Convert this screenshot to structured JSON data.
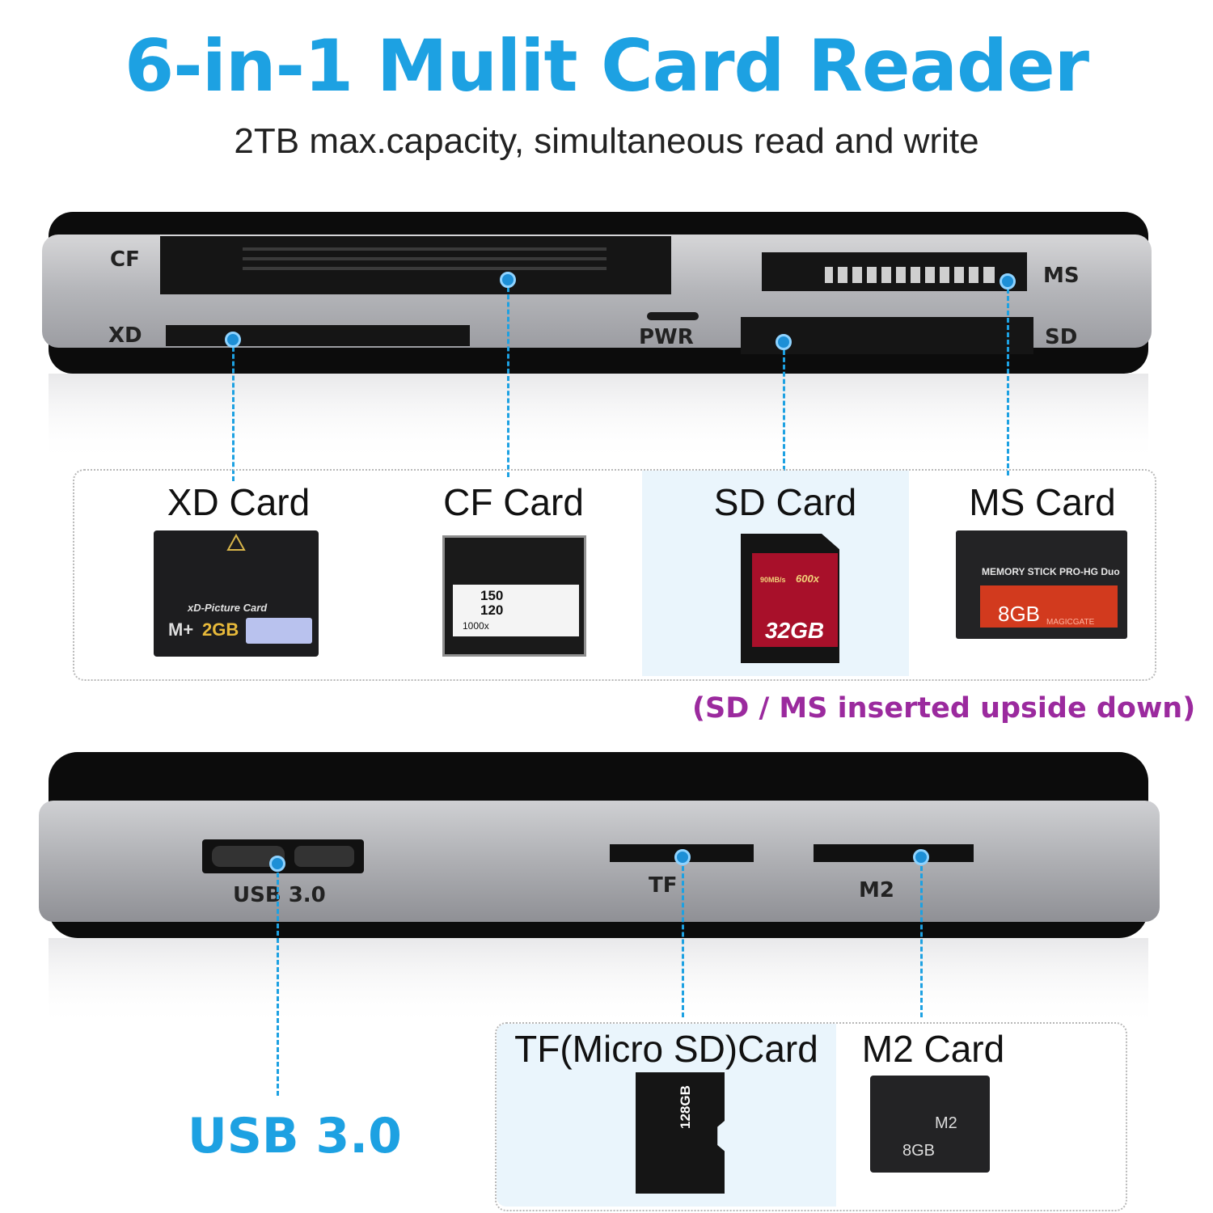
{
  "header": {
    "title": "6-in-1 Mulit Card Reader",
    "subtitle": "2TB max.capacity, simultaneous read and write"
  },
  "front_panel": {
    "labels": {
      "cf": "CF",
      "xd": "XD",
      "pwr": "PWR",
      "ms": "MS",
      "sd": "SD"
    }
  },
  "top_cards": [
    {
      "label": "XD Card",
      "card_text": {
        "brand": "xD-Picture Card",
        "prefix": "M+",
        "size": "2GB"
      }
    },
    {
      "label": "CF Card",
      "card_text": {
        "read_speed": "150",
        "write_speed": "120",
        "rating": "1000x"
      }
    },
    {
      "label": "SD Card",
      "card_text": {
        "speed": "90MB/s",
        "rating": "600x",
        "size": "32GB"
      }
    },
    {
      "label": "MS Card",
      "card_text": {
        "brand": "MEMORY STICK PRO-HG Duo",
        "size": "8GB",
        "maker": "MAGICGATE"
      }
    }
  ],
  "note": "(SD / MS inserted upside down)",
  "back_panel": {
    "labels": {
      "usb": "USB 3.0",
      "tf": "TF",
      "m2": "M2"
    }
  },
  "bottom_cards": [
    {
      "label": "TF(Micro SD)Card",
      "card_text": {
        "size": "128GB"
      }
    },
    {
      "label": "M2 Card",
      "card_text": {
        "brand": "M2",
        "size": "8GB"
      }
    }
  ],
  "usb_label": "USB 3.0",
  "colors": {
    "accent_blue": "#1da1e2",
    "note_purple": "#9b2a9e",
    "highlight_bg": "#eaf5fc"
  }
}
